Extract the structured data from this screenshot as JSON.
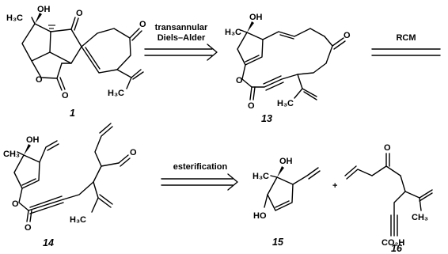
{
  "arrows": {
    "transannular": {
      "line1": "transannular",
      "line2": "Diels–Alder"
    },
    "rcm": {
      "label": "RCM"
    },
    "esterification": {
      "label": "esterification"
    }
  },
  "plus": "+",
  "compounds": {
    "c1": {
      "number": "1",
      "atoms": {
        "oh": "OH",
        "h3c": "H₃C",
        "h3c_iso": "H₃C",
        "o_ring": "O",
        "o_top": "O",
        "o_ket": "O",
        "o_lac": "O"
      }
    },
    "c13": {
      "number": "13",
      "atoms": {
        "oh": "OH",
        "h3c": "H₃C",
        "o_ket": "O",
        "o_est": "O",
        "o_co": "O",
        "h3c_iso": "H₃C"
      }
    },
    "c14": {
      "number": "14",
      "atoms": {
        "oh": "OH",
        "ch3": "CH₃",
        "o_ket": "O",
        "o_est": "O",
        "o_co": "O",
        "h3c_iso": "H₃C"
      }
    },
    "c15": {
      "number": "15",
      "atoms": {
        "oh": "OH",
        "h3c": "H₃C",
        "ho": "HO"
      }
    },
    "c16": {
      "number": "16",
      "atoms": {
        "o_ket": "O",
        "ch3": "CH₃",
        "co2h": "CO₂H"
      }
    }
  }
}
